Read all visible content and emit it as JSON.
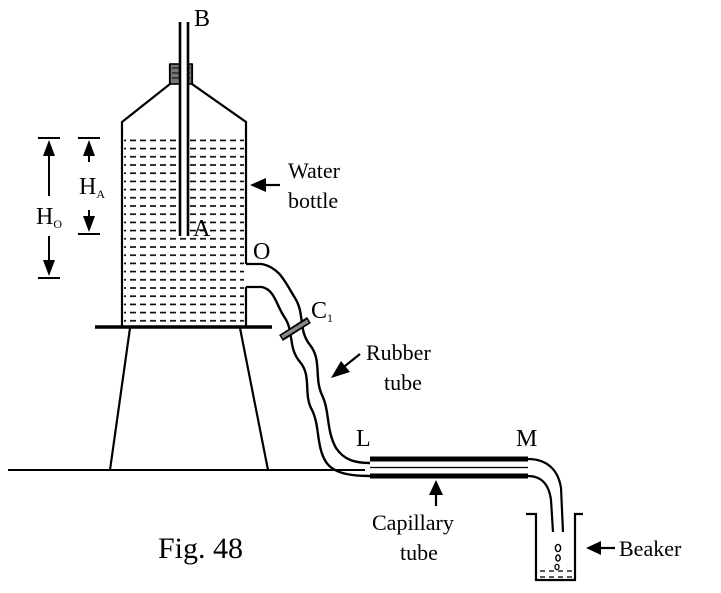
{
  "figure": {
    "caption": "Fig. 48"
  },
  "labels": {
    "point_b": "B",
    "point_a": "A",
    "point_o": "O",
    "point_l": "L",
    "point_m": "M",
    "clamp": "C",
    "clamp_sub": "1",
    "height_a": "H",
    "height_a_sub": "A",
    "height_o": "H",
    "height_o_sub": "O",
    "water_bottle_line1": "Water",
    "water_bottle_line2": "bottle",
    "rubber_tube_line1": "Rubber",
    "rubber_tube_line2": "tube",
    "capillary_tube_line1": "Capillary",
    "capillary_tube_line2": "tube",
    "beaker": "Beaker"
  }
}
